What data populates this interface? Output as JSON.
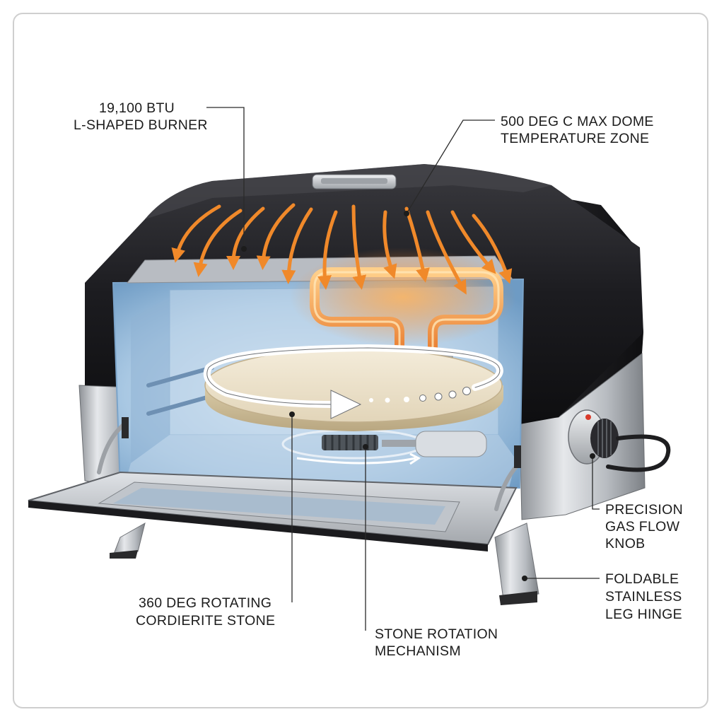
{
  "callouts": {
    "burner": {
      "line1": "19,100 BTU",
      "line2": "L-SHAPED BURNER"
    },
    "dome": {
      "line1": "500 DEG C MAX DOME",
      "line2": "TEMPERATURE ZONE"
    },
    "knob": {
      "line1": "PRECISION",
      "line2": "GAS FLOW",
      "line3": "KNOB"
    },
    "leg": {
      "line1": "FOLDABLE",
      "line2": "STAINLESS",
      "line3": "LEG HINGE"
    },
    "stone": {
      "line1": "360 DEG ROTATING",
      "line2": "CORDIERITE STONE"
    },
    "mechanism": {
      "line1": "STONE ROTATION",
      "line2": "MECHANISM"
    }
  },
  "colors": {
    "shell": "#1b1b1e",
    "steel": "#c9ccd0",
    "glass": "#9fc3e4",
    "heat": "#f0892a",
    "stone": "#ece3cf"
  }
}
